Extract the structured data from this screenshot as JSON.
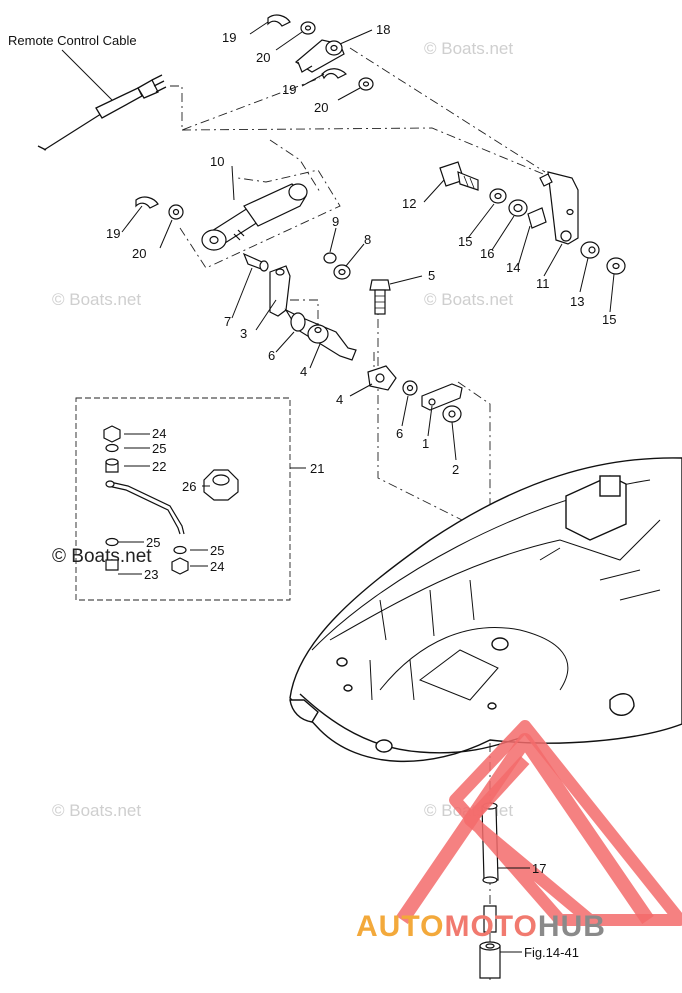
{
  "diagram": {
    "cable_label": "Remote Control Cable",
    "fig_label": "Fig.14-41",
    "watermark": "© Boats.net",
    "watermark_strong": "© Boats.net",
    "brand": {
      "part1": "AUTO",
      "part2": "MOTO",
      "part3": "HUB",
      "colors": {
        "auto": "#f3a93b",
        "moto": "#f17a6f",
        "hub": "#8a8a8a",
        "triangle": "#f36b6b"
      }
    },
    "callouts": [
      {
        "id": "c19a",
        "text": "19"
      },
      {
        "id": "c20a",
        "text": "20"
      },
      {
        "id": "c18",
        "text": "18"
      },
      {
        "id": "c19b",
        "text": "19"
      },
      {
        "id": "c20b",
        "text": "20"
      },
      {
        "id": "c10",
        "text": "10"
      },
      {
        "id": "c19c",
        "text": "19"
      },
      {
        "id": "c20c",
        "text": "20"
      },
      {
        "id": "c9",
        "text": "9"
      },
      {
        "id": "c8",
        "text": "8"
      },
      {
        "id": "c5",
        "text": "5"
      },
      {
        "id": "c12",
        "text": "12"
      },
      {
        "id": "c15a",
        "text": "15"
      },
      {
        "id": "c16",
        "text": "16"
      },
      {
        "id": "c14",
        "text": "14"
      },
      {
        "id": "c11",
        "text": "11"
      },
      {
        "id": "c13",
        "text": "13"
      },
      {
        "id": "c15b",
        "text": "15"
      },
      {
        "id": "c7",
        "text": "7"
      },
      {
        "id": "c3",
        "text": "3"
      },
      {
        "id": "c6a",
        "text": "6"
      },
      {
        "id": "c4a",
        "text": "4"
      },
      {
        "id": "c4b",
        "text": "4"
      },
      {
        "id": "c6b",
        "text": "6"
      },
      {
        "id": "c1",
        "text": "1"
      },
      {
        "id": "c2",
        "text": "2"
      },
      {
        "id": "c24a",
        "text": "24"
      },
      {
        "id": "c25a",
        "text": "25"
      },
      {
        "id": "c22",
        "text": "22"
      },
      {
        "id": "c21",
        "text": "21"
      },
      {
        "id": "c26",
        "text": "26"
      },
      {
        "id": "c25b",
        "text": "25"
      },
      {
        "id": "c25c",
        "text": "25"
      },
      {
        "id": "c23",
        "text": "23"
      },
      {
        "id": "c24b",
        "text": "24"
      },
      {
        "id": "c17",
        "text": "17"
      }
    ]
  }
}
